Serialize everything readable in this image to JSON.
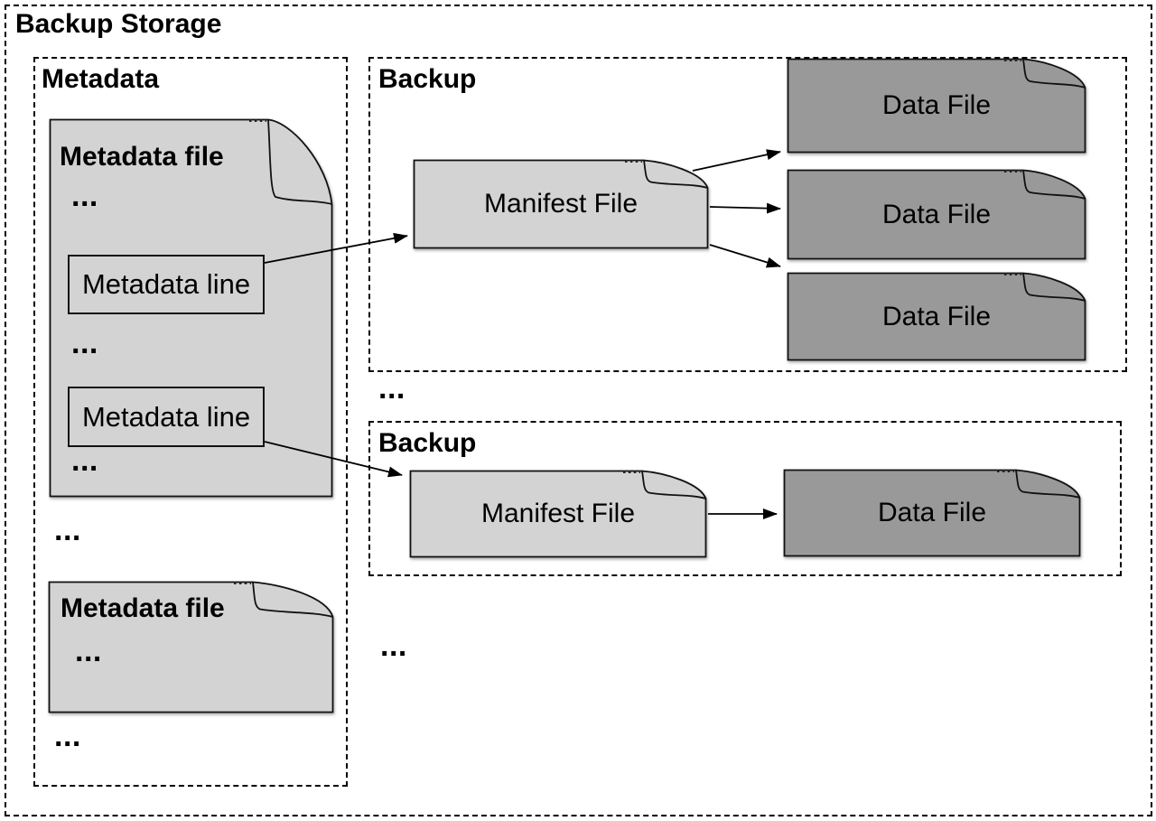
{
  "diagram": {
    "title": "Backup Storage",
    "metadata": {
      "label": "Metadata",
      "file1": {
        "title": "Metadata file",
        "ellipsis_top": "...",
        "line1": "Metadata line",
        "ellipsis_mid": "...",
        "line2": "Metadata line",
        "ellipsis_bottom": "..."
      },
      "ellipsis_between_files": "...",
      "file2": {
        "title": "Metadata file",
        "ellipsis": "..."
      },
      "ellipsis_bottom": "..."
    },
    "backups": {
      "backup1": {
        "label": "Backup",
        "manifest": "Manifest File",
        "data_files": [
          "Data File",
          "Data File",
          "Data File"
        ]
      },
      "ellipsis_between": "...",
      "backup2": {
        "label": "Backup",
        "manifest": "Manifest File",
        "data_files": [
          "Data File"
        ]
      },
      "ellipsis_bottom": "..."
    },
    "colors": {
      "light_file_fill": "#d3d3d3",
      "dark_file_fill": "#999999",
      "line": "#000000",
      "background": "#ffffff"
    }
  }
}
